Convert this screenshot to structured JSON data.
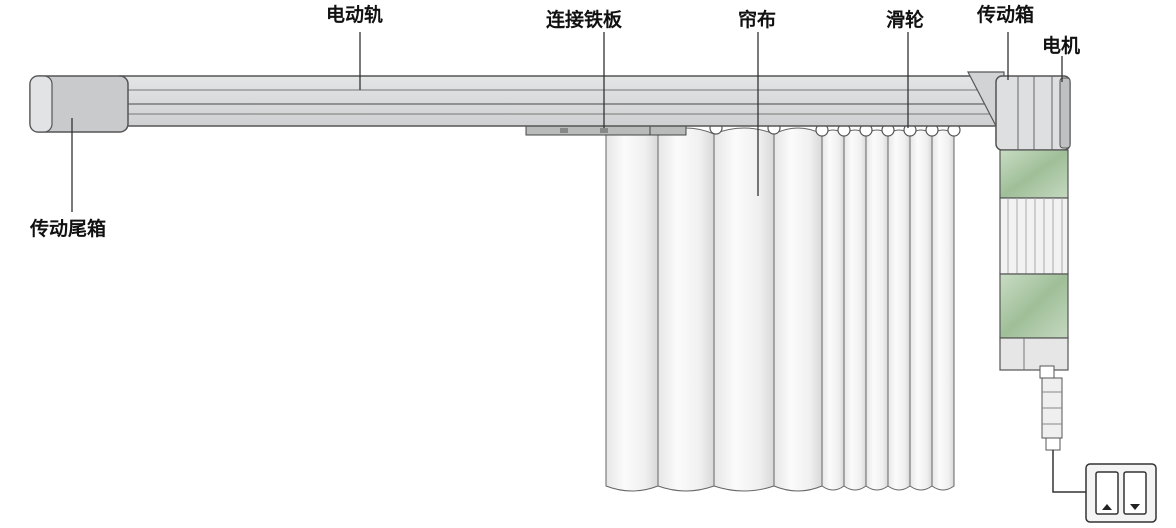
{
  "labels": {
    "rail": "电动轨",
    "connector_plate": "连接铁板",
    "curtain_fabric": "帘布",
    "pulley": "滑轮",
    "gearbox": "传动箱",
    "motor": "电机",
    "tail_box": "传动尾箱"
  },
  "colors": {
    "rail_fill": "#d9dadb",
    "rail_stroke": "#555555",
    "fabric_fill": "#f2f2f2",
    "leader_line": "#333333",
    "window_green": "#a9c7a4"
  },
  "icons": {
    "switch": "wall-switch-icon"
  }
}
